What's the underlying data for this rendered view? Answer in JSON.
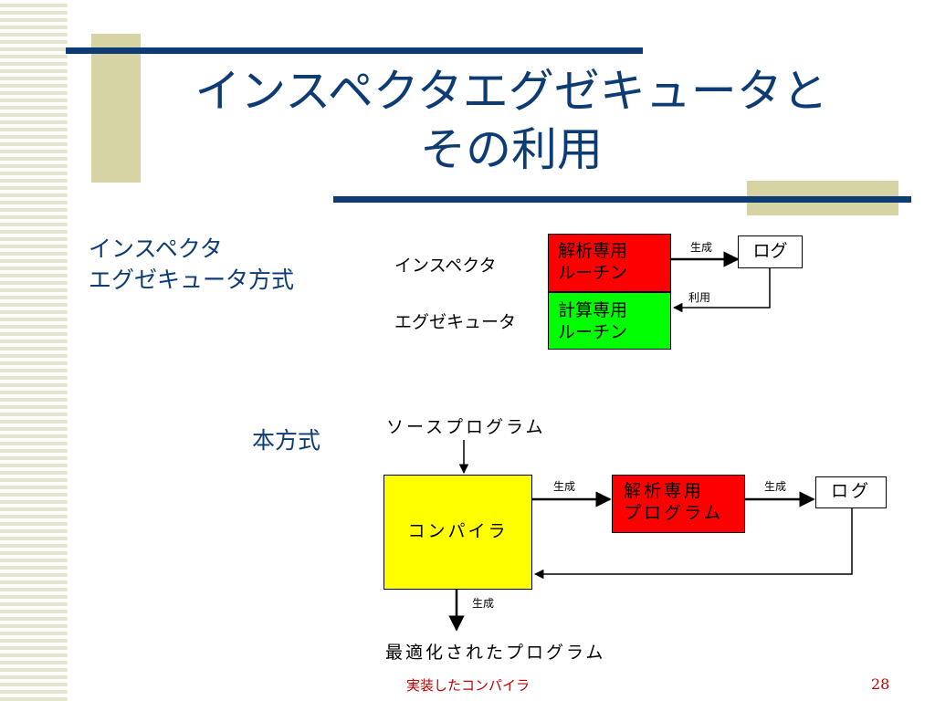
{
  "slide": {
    "title_line1": "インスペクタエグゼキュータと",
    "title_line2": "その利用",
    "footer_title": "実装したコンパイラ",
    "page_number": "28"
  },
  "section1": {
    "label_line1": "インスペクタ",
    "label_line2": "エグゼキュータ方式",
    "row_inspector": "インスペクタ",
    "row_executor": "エグゼキュータ",
    "analysis_box_line1": "解析専用",
    "analysis_box_line2": "ルーチン",
    "compute_box_line1": "計算専用",
    "compute_box_line2": "ルーチン",
    "log_box": "ログ",
    "arrow_generate": "生成",
    "arrow_use": "利用"
  },
  "section2": {
    "label": "本方式",
    "source_program": "ソースプログラム",
    "compiler": "コンパイラ",
    "analysis_box_line1": "解析専用",
    "analysis_box_line2": "プログラム",
    "log_box": "ログ",
    "arrow_generate_1": "生成",
    "arrow_generate_2": "生成",
    "arrow_generate_3": "生成",
    "optimized_program": "最適化されたプログラム"
  },
  "colors": {
    "title": "#0d3b73",
    "red_box": "#ff0000",
    "green_box": "#00ff00",
    "yellow_box": "#ffff00",
    "footer": "#c00000",
    "accent_bar": "#d6d3a4"
  }
}
